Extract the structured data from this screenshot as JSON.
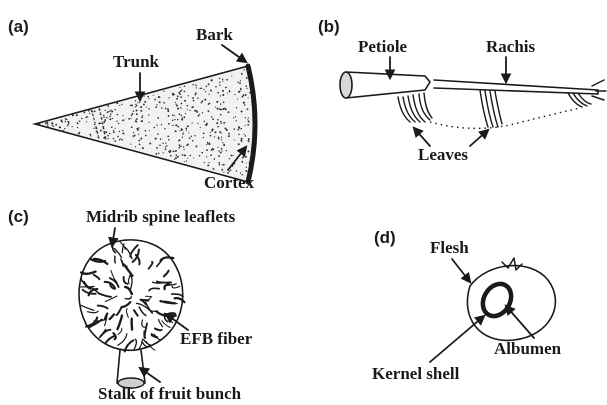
{
  "panels": {
    "a": {
      "tag": "(a)",
      "labels": {
        "bark": "Bark",
        "trunk": "Trunk",
        "cortex": "Cortex"
      }
    },
    "b": {
      "tag": "(b)",
      "labels": {
        "petiole": "Petiole",
        "rachis": "Rachis",
        "leaves": "Leaves"
      }
    },
    "c": {
      "tag": "(c)",
      "labels": {
        "midrib": "Midrib spine leaflets",
        "efb": "EFB fiber",
        "stalk": "Stalk of fruit bunch"
      }
    },
    "d": {
      "tag": "(d)",
      "labels": {
        "flesh": "Flesh",
        "albumen": "Albumen",
        "kernel": "Kernel shell"
      }
    }
  }
}
